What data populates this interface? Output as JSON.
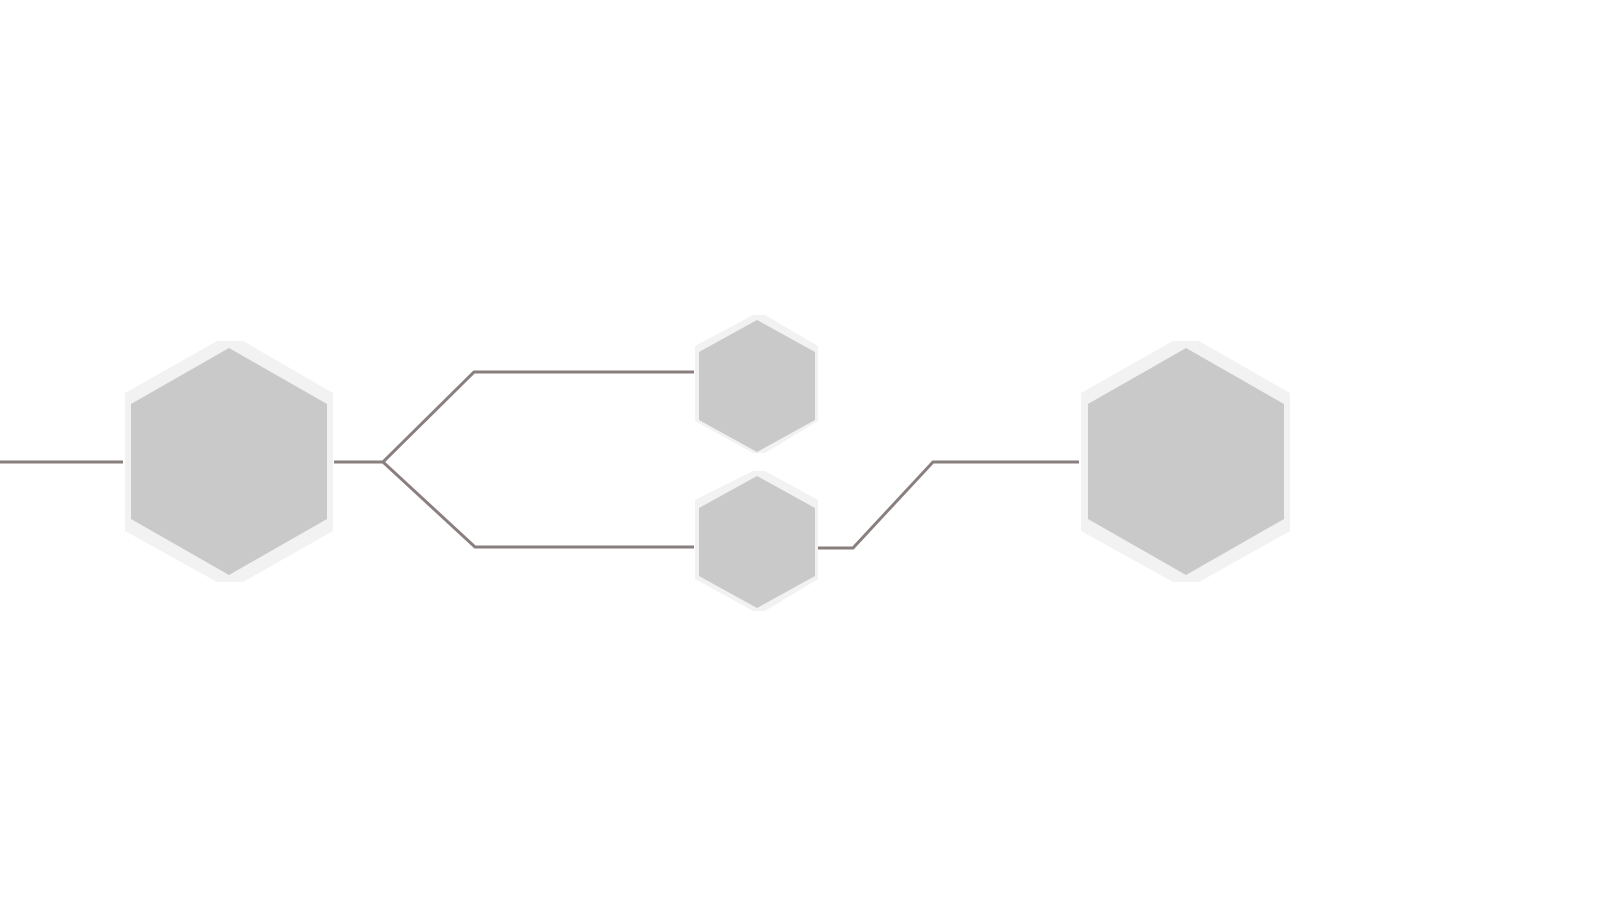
{
  "diagram": {
    "colors": {
      "background": "#ffffff",
      "connector": "#8a7f7f",
      "node_fill": "#c9c9c9",
      "node_halo": "#f2f2f2"
    },
    "nodes": [
      {
        "id": "left-large-hexagon",
        "shape": "hexagon",
        "label": ""
      },
      {
        "id": "top-small-hexagon",
        "shape": "hexagon",
        "label": ""
      },
      {
        "id": "bottom-small-hexagon",
        "shape": "hexagon",
        "label": ""
      },
      {
        "id": "right-large-hexagon",
        "shape": "hexagon",
        "label": ""
      }
    ],
    "edges": [
      {
        "from": "",
        "to": "left-large-hexagon"
      },
      {
        "from": "left-large-hexagon",
        "to": "top-small-hexagon"
      },
      {
        "from": "left-large-hexagon",
        "to": "bottom-small-hexagon"
      },
      {
        "from": "bottom-small-hexagon",
        "to": "right-large-hexagon"
      }
    ]
  }
}
